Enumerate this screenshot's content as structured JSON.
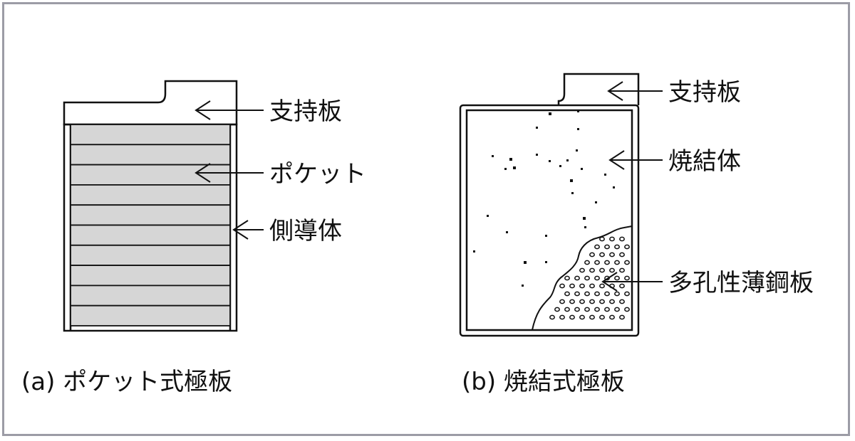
{
  "colors": {
    "border": "#9c9ca6",
    "pocket_fill": "#d6d6d6",
    "ink": "#111111"
  },
  "diagram_a": {
    "caption": "(a) ポケット式極板",
    "labels": {
      "support": "支持板",
      "pocket": "ポケット",
      "side_conductor": "側導体"
    },
    "pocket_rows": 10
  },
  "diagram_b": {
    "caption": "(b) 焼結式極板",
    "labels": {
      "support": "支持板",
      "sintered_body": "焼結体",
      "porous_steel": "多孔性薄鋼板"
    }
  }
}
